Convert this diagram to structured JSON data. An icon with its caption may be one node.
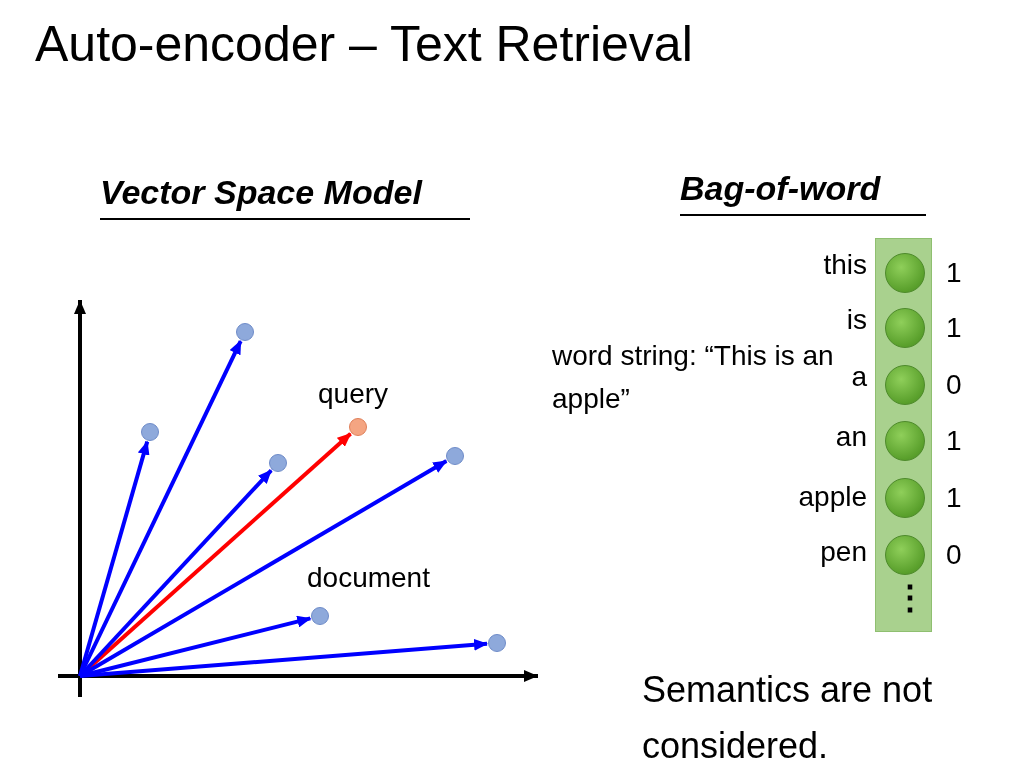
{
  "diagram": {
    "title": "Auto-encoder – Text Retrieval",
    "nodes": [
      {
        "text": [],
        "shape": "circle"
      },
      {
        "text": [],
        "shape": "circle",
        "beside": [
          "query"
        ]
      },
      {
        "text": [],
        "shape": "circle"
      },
      {
        "text": [],
        "shape": "circle"
      },
      {
        "text": [],
        "shape": "circle"
      },
      {
        "text": [],
        "shape": "circle",
        "beside": [
          "document"
        ]
      },
      {
        "text": [],
        "shape": "circle"
      },
      {
        "text": [],
        "shape": "bar"
      },
      {
        "text": [],
        "shape": "circle",
        "in": 7,
        "beside": [
          "this",
          "1"
        ]
      },
      {
        "text": [],
        "shape": "circle",
        "in": 7,
        "beside": [
          "is",
          "1"
        ]
      },
      {
        "text": [],
        "shape": "circle",
        "in": 7,
        "beside": [
          "a",
          "0"
        ]
      },
      {
        "text": [],
        "shape": "circle",
        "in": 7,
        "beside": [
          "an",
          "1"
        ]
      },
      {
        "text": [],
        "shape": "circle",
        "in": 7,
        "beside": [
          "apple",
          "1"
        ]
      },
      {
        "text": [],
        "shape": "circle",
        "in": 7,
        "beside": [
          "pen",
          "0"
        ]
      }
    ],
    "edges": [
      {
        "from": null,
        "to": 0,
        "arrow": "to"
      },
      {
        "from": null,
        "to": 1,
        "arrow": "to",
        "color": "#ff0000"
      },
      {
        "from": null,
        "to": 2,
        "arrow": "to"
      },
      {
        "from": null,
        "to": 3,
        "arrow": "to"
      },
      {
        "from": null,
        "to": 4,
        "arrow": "to"
      },
      {
        "from": null,
        "to": 5,
        "arrow": "to"
      },
      {
        "from": null,
        "to": 6,
        "arrow": "to"
      }
    ],
    "labels": [
      "Vector Space Model",
      "Bag-of-word",
      "word string: “This is an apple”",
      "⋮",
      "Semantics are not considered."
    ]
  }
}
